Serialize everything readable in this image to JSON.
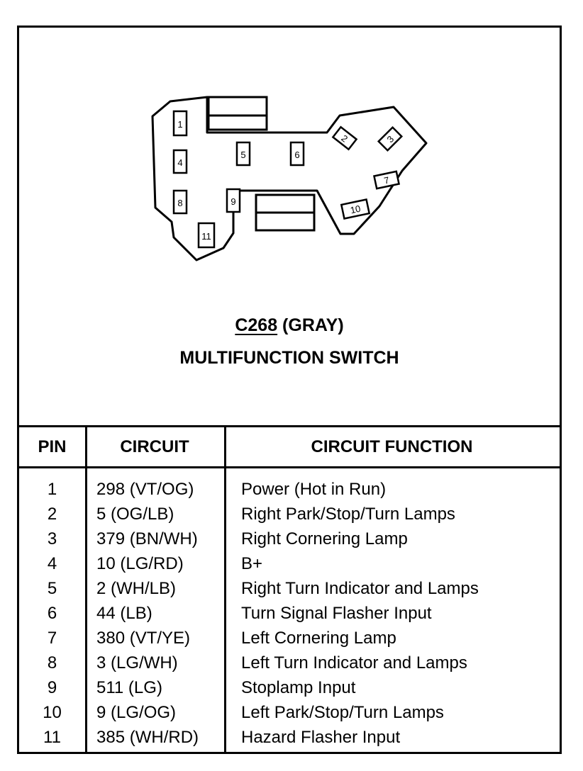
{
  "diagram": {
    "connector_id": "C268",
    "connector_color": " (GRAY)",
    "component_name": "MULTIFUNCTION SWITCH",
    "pin_labels": [
      "1",
      "2",
      "3",
      "4",
      "5",
      "6",
      "7",
      "8",
      "9",
      "10",
      "11"
    ]
  },
  "table": {
    "headers": {
      "pin": "PIN",
      "circuit": "CIRCUIT",
      "function": "CIRCUIT FUNCTION"
    },
    "rows": [
      {
        "pin": "1",
        "circuit": "298 (VT/OG)",
        "function": "Power (Hot in Run)"
      },
      {
        "pin": "2",
        "circuit": "5 (OG/LB)",
        "function": "Right Park/Stop/Turn Lamps"
      },
      {
        "pin": "3",
        "circuit": "379 (BN/WH)",
        "function": "Right Cornering Lamp"
      },
      {
        "pin": "4",
        "circuit": "10 (LG/RD)",
        "function": "B+"
      },
      {
        "pin": "5",
        "circuit": "2 (WH/LB)",
        "function": "Right Turn Indicator and Lamps"
      },
      {
        "pin": "6",
        "circuit": "44 (LB)",
        "function": "Turn Signal Flasher Input"
      },
      {
        "pin": "7",
        "circuit": "380 (VT/YE)",
        "function": "Left Cornering Lamp"
      },
      {
        "pin": "8",
        "circuit": "3 (LG/WH)",
        "function": "Left Turn Indicator and Lamps"
      },
      {
        "pin": "9",
        "circuit": "511 (LG)",
        "function": "Stoplamp Input"
      },
      {
        "pin": "10",
        "circuit": "9 (LG/OG)",
        "function": "Left Park/Stop/Turn Lamps"
      },
      {
        "pin": "11",
        "circuit": "385 (WH/RD)",
        "function": "Hazard Flasher Input"
      }
    ]
  }
}
